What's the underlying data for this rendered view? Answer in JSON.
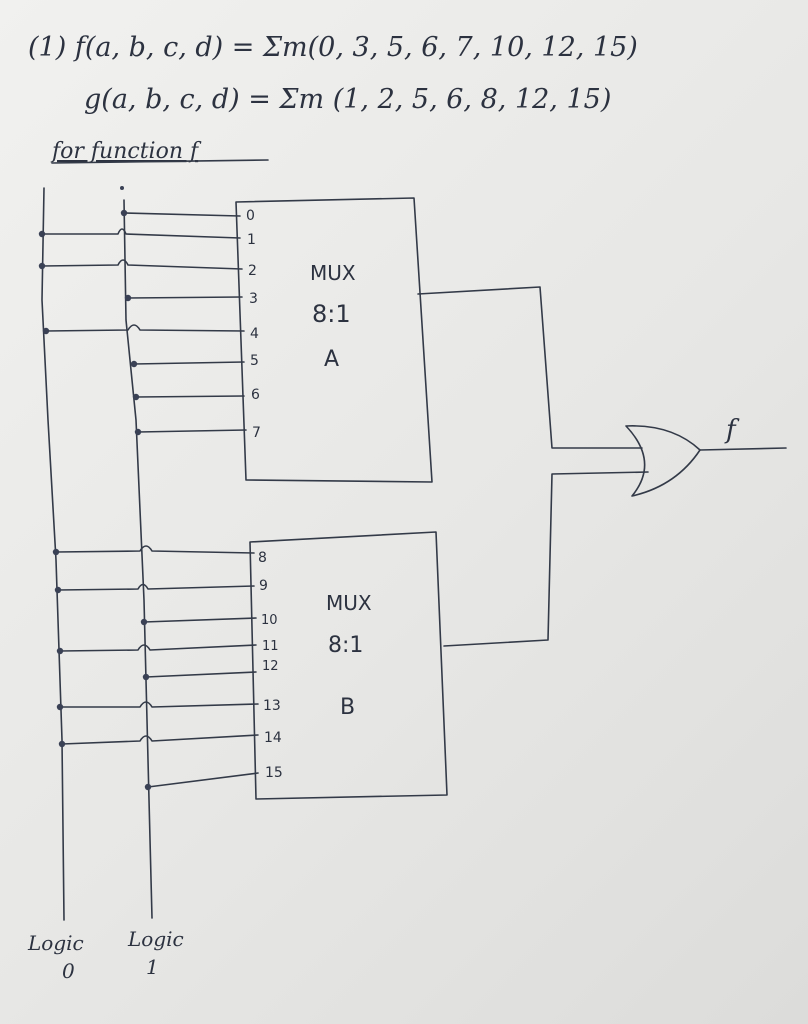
{
  "equations": {
    "f": "(1)  f(a, b, c, d) = Σm(0, 3, 5, 6, 7, 10, 12, 15)",
    "g": "g(a, b, c, d) = Σm (1, 2, 5, 6, 8, 12, 15)"
  },
  "heading": "for function f",
  "mux_a": {
    "line1": "MUX",
    "line2": "8:1",
    "line3": "A",
    "inputs": [
      "0",
      "1",
      "2",
      "3",
      "4",
      "5",
      "6",
      "7"
    ]
  },
  "mux_b": {
    "line1": "MUX",
    "line2": "8:1",
    "line3": "B",
    "inputs": [
      "8",
      "9",
      "10",
      "11",
      "12",
      "13",
      "14",
      "15"
    ]
  },
  "output_label": "f",
  "rails": {
    "logic0_top": "Logic",
    "logic0_bottom": "0",
    "logic1_top": "Logic",
    "logic1_bottom": "1"
  },
  "colors": {
    "ink": "#333a48",
    "paper": "#ececea"
  }
}
